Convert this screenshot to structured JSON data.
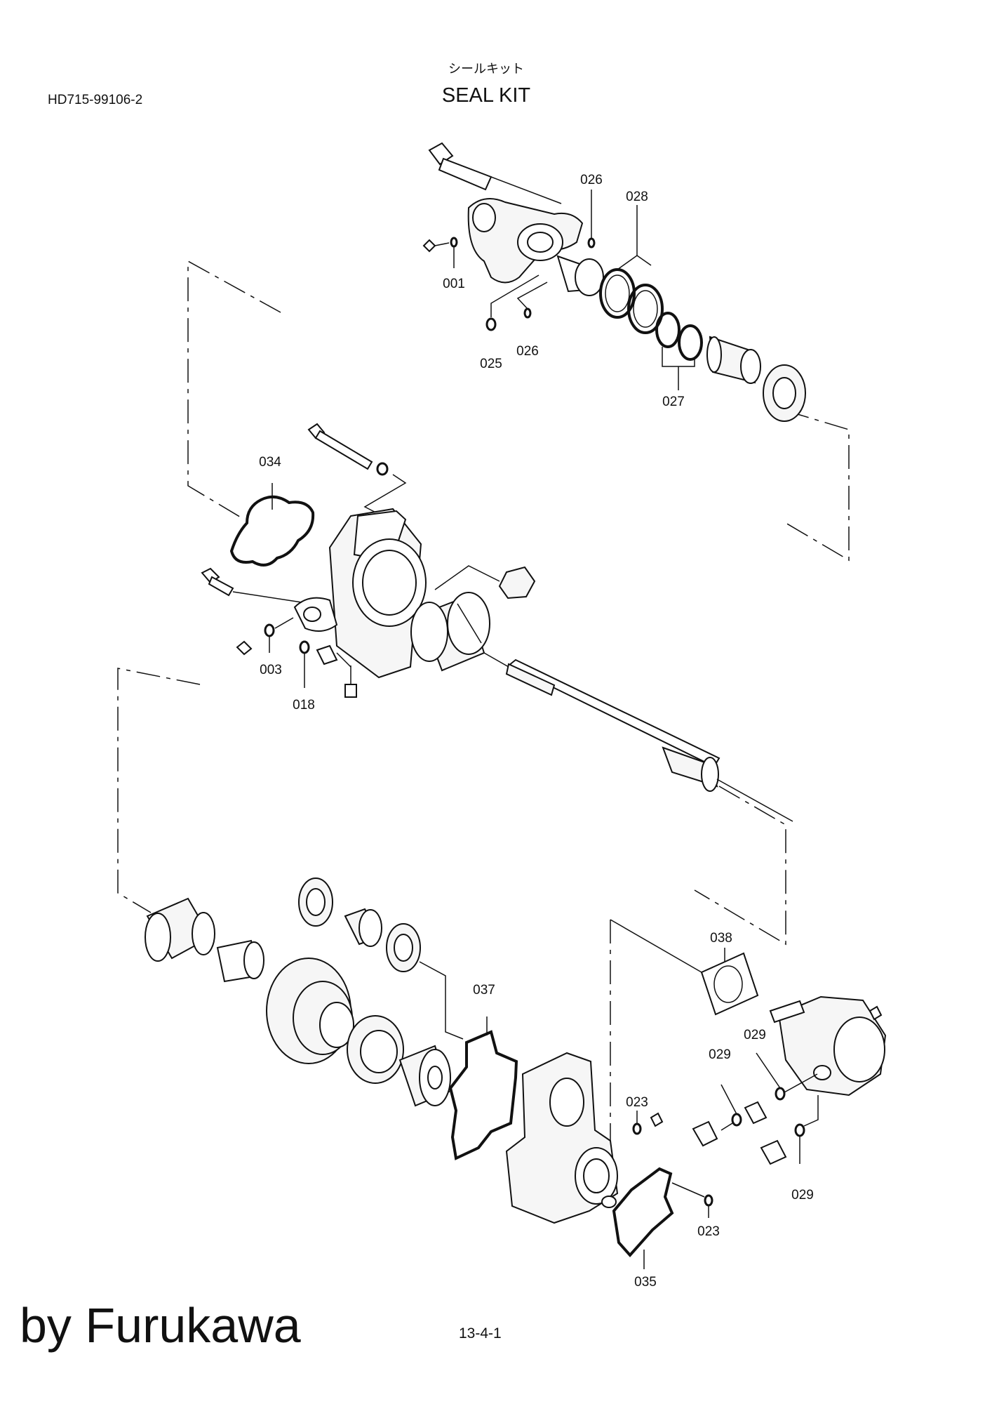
{
  "header": {
    "code": "HD715-99106-2",
    "title_jp": "シールキット",
    "title_en": "SEAL KIT"
  },
  "footer": {
    "page_number": "13-4-1",
    "credit": "by Furukawa"
  },
  "callouts": {
    "c001": "001",
    "c003": "003",
    "c018": "018",
    "c023a": "023",
    "c023b": "023",
    "c025": "025",
    "c026a": "026",
    "c026b": "026",
    "c027": "027",
    "c028": "028",
    "c029a": "029",
    "c029b": "029",
    "c029c": "029",
    "c034": "034",
    "c035": "035",
    "c037": "037",
    "c038": "038"
  }
}
